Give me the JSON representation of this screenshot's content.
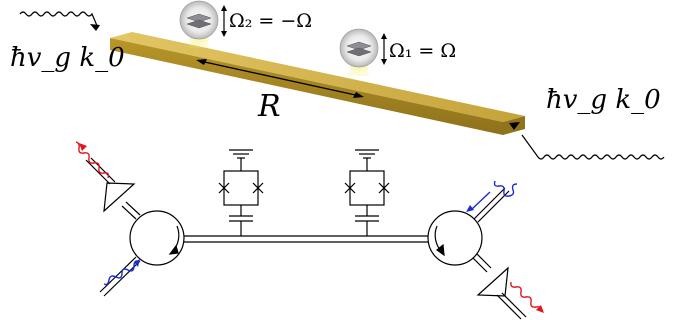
{
  "labels": {
    "input_left_photon": "ħv_g k_0",
    "input_right_photon": "ħv_g k_0",
    "separation": "R",
    "atom_2_freq": "Ω₂ = −Ω",
    "atom_1_freq": "Ω₁ = Ω"
  },
  "colors": {
    "waveguide_top": "#c8a83a",
    "waveguide_side": "#a88a25",
    "waveguide_end": "#8f741c",
    "glow": "#f2ea50",
    "photon_in": "#1a2bd6",
    "photon_out": "#e0141a",
    "line": "#000000"
  }
}
